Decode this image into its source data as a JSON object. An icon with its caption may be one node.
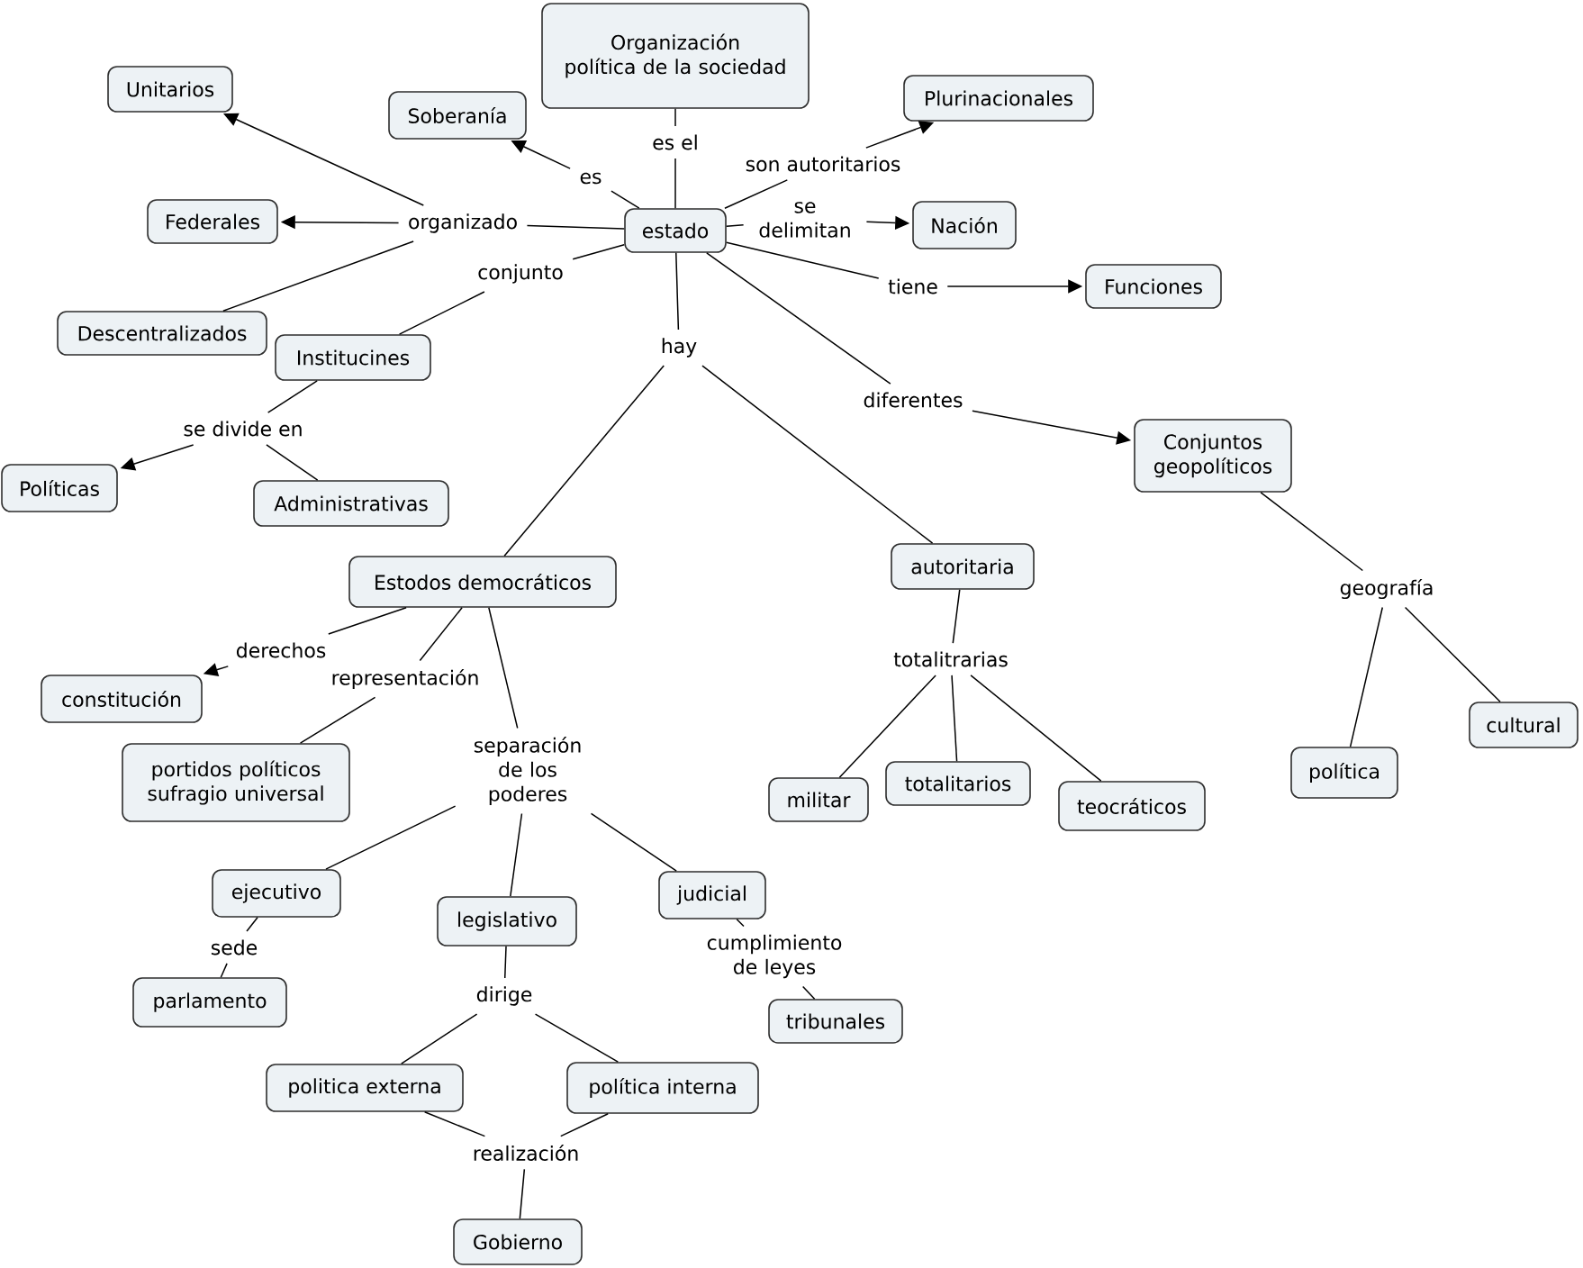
{
  "diagram": {
    "nodes": [
      {
        "text": [
          "Organización política de la sociedad"
        ]
      },
      {
        "text": [
          "Unitarios"
        ]
      },
      {
        "text": [
          "Soberanía"
        ]
      },
      {
        "text": [
          "Plurinacionales"
        ]
      },
      {
        "text": [
          "es el"
        ]
      },
      {
        "text": [
          "son autoritarios"
        ]
      },
      {
        "text": [
          "es"
        ]
      },
      {
        "text": [
          "Federales"
        ]
      },
      {
        "text": [
          "organizado"
        ]
      },
      {
        "text": [
          "estado"
        ]
      },
      {
        "text": [
          "se delimitan"
        ]
      },
      {
        "text": [
          "Nación"
        ]
      },
      {
        "text": [
          "conjunto"
        ]
      },
      {
        "text": [
          "tiene"
        ]
      },
      {
        "text": [
          "Funciones"
        ]
      },
      {
        "text": [
          "Descentralizados"
        ]
      },
      {
        "text": [
          "hay"
        ]
      },
      {
        "text": [
          "Institucines"
        ]
      },
      {
        "text": [
          "diferentes"
        ]
      },
      {
        "text": [
          "se divide en"
        ]
      },
      {
        "text": [
          "Conjuntos geopolíticos"
        ]
      },
      {
        "text": [
          "Políticas"
        ]
      },
      {
        "text": [
          "Administrativas"
        ]
      },
      {
        "text": [
          "autoritaria"
        ]
      },
      {
        "text": [
          "Estodos democráticos"
        ]
      },
      {
        "text": [
          "geografía"
        ]
      },
      {
        "text": [
          "derechos"
        ]
      },
      {
        "text": [
          "totalitrarias"
        ]
      },
      {
        "text": [
          "representación"
        ]
      },
      {
        "text": [
          "constitución"
        ]
      },
      {
        "text": [
          "cultural"
        ]
      },
      {
        "text": [
          "separación de los poderes"
        ]
      },
      {
        "text": [
          "portidos políticos sufragio universal"
        ]
      },
      {
        "text": [
          "política"
        ]
      },
      {
        "text": [
          "totalitarios"
        ]
      },
      {
        "text": [
          "militar"
        ]
      },
      {
        "text": [
          "teocráticos"
        ]
      },
      {
        "text": [
          "ejecutivo"
        ]
      },
      {
        "text": [
          "judicial"
        ]
      },
      {
        "text": [
          "legislativo"
        ]
      },
      {
        "text": [
          "sede"
        ]
      },
      {
        "text": [
          "cumplimiento de leyes"
        ]
      },
      {
        "text": [
          "parlamento"
        ]
      },
      {
        "text": [
          "dirige"
        ]
      },
      {
        "text": [
          "tribunales"
        ]
      },
      {
        "text": [
          "politica externa"
        ]
      },
      {
        "text": [
          "política interna"
        ]
      },
      {
        "text": [
          "realización"
        ]
      },
      {
        "text": [
          "Gobierno"
        ]
      }
    ],
    "edges": [
      {
        "from": 9,
        "to": 4,
        "arrow": "none"
      },
      {
        "from": 4,
        "to": 0,
        "arrow": "none"
      },
      {
        "from": 9,
        "to": 6,
        "arrow": "none"
      },
      {
        "from": 6,
        "to": 2,
        "arrow": "to"
      },
      {
        "from": 9,
        "to": 5,
        "arrow": "none"
      },
      {
        "from": 5,
        "to": 3,
        "arrow": "to"
      },
      {
        "from": 9,
        "to": 8,
        "arrow": "none"
      },
      {
        "from": 8,
        "to": 1,
        "arrow": "to"
      },
      {
        "from": 8,
        "to": 7,
        "arrow": "to"
      },
      {
        "from": 8,
        "to": 15,
        "arrow": "none"
      },
      {
        "from": 9,
        "to": 10,
        "arrow": "none"
      },
      {
        "from": 10,
        "to": 11,
        "arrow": "to"
      },
      {
        "from": 9,
        "to": 13,
        "arrow": "none"
      },
      {
        "from": 13,
        "to": 14,
        "arrow": "to"
      },
      {
        "from": 9,
        "to": 12,
        "arrow": "none"
      },
      {
        "from": 12,
        "to": 17,
        "arrow": "none"
      },
      {
        "from": 9,
        "to": 16,
        "arrow": "none"
      },
      {
        "from": 16,
        "to": 24,
        "arrow": "none"
      },
      {
        "from": 16,
        "to": 23,
        "arrow": "none"
      },
      {
        "from": 9,
        "to": 18,
        "arrow": "none"
      },
      {
        "from": 18,
        "to": 20,
        "arrow": "to"
      },
      {
        "from": 17,
        "to": 19,
        "arrow": "none"
      },
      {
        "from": 19,
        "to": 21,
        "arrow": "to"
      },
      {
        "from": 19,
        "to": 22,
        "arrow": "none"
      },
      {
        "from": 24,
        "to": 26,
        "arrow": "none"
      },
      {
        "from": 26,
        "to": 29,
        "arrow": "to"
      },
      {
        "from": 24,
        "to": 28,
        "arrow": "none"
      },
      {
        "from": 28,
        "to": 32,
        "arrow": "none"
      },
      {
        "from": 24,
        "to": 31,
        "arrow": "none"
      },
      {
        "from": 31,
        "to": 37,
        "arrow": "none"
      },
      {
        "from": 31,
        "to": 39,
        "arrow": "none"
      },
      {
        "from": 31,
        "to": 38,
        "arrow": "none"
      },
      {
        "from": 37,
        "to": 40,
        "arrow": "none"
      },
      {
        "from": 40,
        "to": 42,
        "arrow": "none"
      },
      {
        "from": 39,
        "to": 43,
        "arrow": "none"
      },
      {
        "from": 43,
        "to": 45,
        "arrow": "none"
      },
      {
        "from": 43,
        "to": 46,
        "arrow": "none"
      },
      {
        "from": 38,
        "to": 41,
        "arrow": "none"
      },
      {
        "from": 41,
        "to": 44,
        "arrow": "none"
      },
      {
        "from": 45,
        "to": 47,
        "arrow": "none"
      },
      {
        "from": 46,
        "to": 47,
        "arrow": "none"
      },
      {
        "from": 47,
        "to": 48,
        "arrow": "none"
      },
      {
        "from": 23,
        "to": 27,
        "arrow": "none"
      },
      {
        "from": 27,
        "to": 35,
        "arrow": "none"
      },
      {
        "from": 27,
        "to": 34,
        "arrow": "none"
      },
      {
        "from": 27,
        "to": 36,
        "arrow": "none"
      },
      {
        "from": 20,
        "to": 25,
        "arrow": "none"
      },
      {
        "from": 25,
        "to": 33,
        "arrow": "none"
      },
      {
        "from": 25,
        "to": 30,
        "arrow": "none"
      }
    ]
  }
}
